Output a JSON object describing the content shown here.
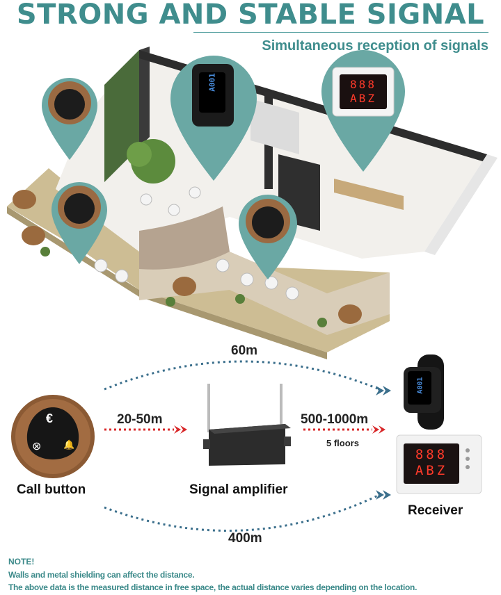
{
  "header": {
    "title": "STRONG AND STABLE SIGNAL",
    "subtitle": "Simultaneous reception of signals"
  },
  "devices": {
    "watch_text": "A001",
    "receiver_display_top": "888",
    "receiver_display_bottom": "ABZ",
    "button_currency_symbol": "€",
    "button_cancel_symbol": "⊗",
    "button_bell_symbol": "🔔"
  },
  "diagram": {
    "top_distance": "60m",
    "left_distance": "20-50m",
    "right_distance": "500-1000m",
    "floors": "5 floors",
    "bottom_distance": "400m",
    "call_button_label": "Call button",
    "amplifier_label": "Signal amplifier",
    "receiver_label": "Receiver"
  },
  "note": {
    "title": "NOTE!",
    "lines": [
      "Walls and metal shielding can affect the distance.",
      "The above data is the measured distance in free space, the actual distance varies depending on the location."
    ]
  },
  "colors": {
    "teal": "#3f8d8d",
    "pin_teal": "#6aa8a4",
    "red_dotted": "#d8282a",
    "blue_dotted": "#3b6f8c",
    "display_red": "#ff3a2a"
  }
}
